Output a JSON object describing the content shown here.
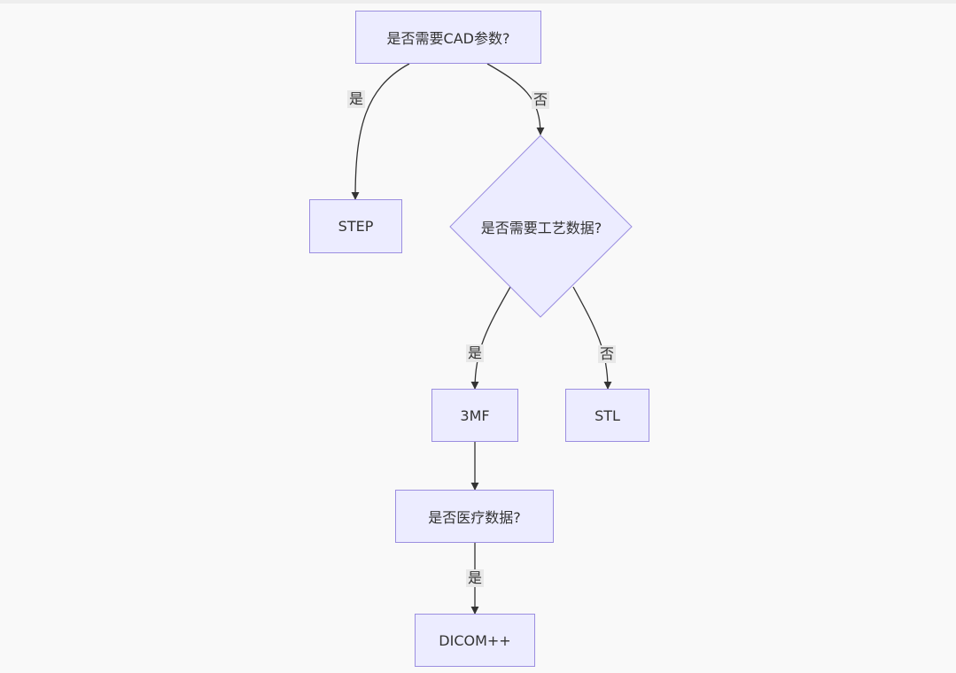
{
  "diagram": {
    "nodes": {
      "q_cad": "是否需要CAD参数?",
      "step": "STEP",
      "q_process": "是否需要工艺数据?",
      "mf3": "3MF",
      "stl": "STL",
      "q_medical": "是否医疗数据?",
      "dicom": "DICOM++"
    },
    "edge_labels": {
      "cad_yes": "是",
      "cad_no": "否",
      "process_yes": "是",
      "process_no": "否",
      "medical_yes": "是"
    },
    "colors": {
      "node_fill": "#ececff",
      "node_stroke": "#9b8ee0",
      "edge": "#333333",
      "label_bg": "#e8e8e8"
    }
  }
}
